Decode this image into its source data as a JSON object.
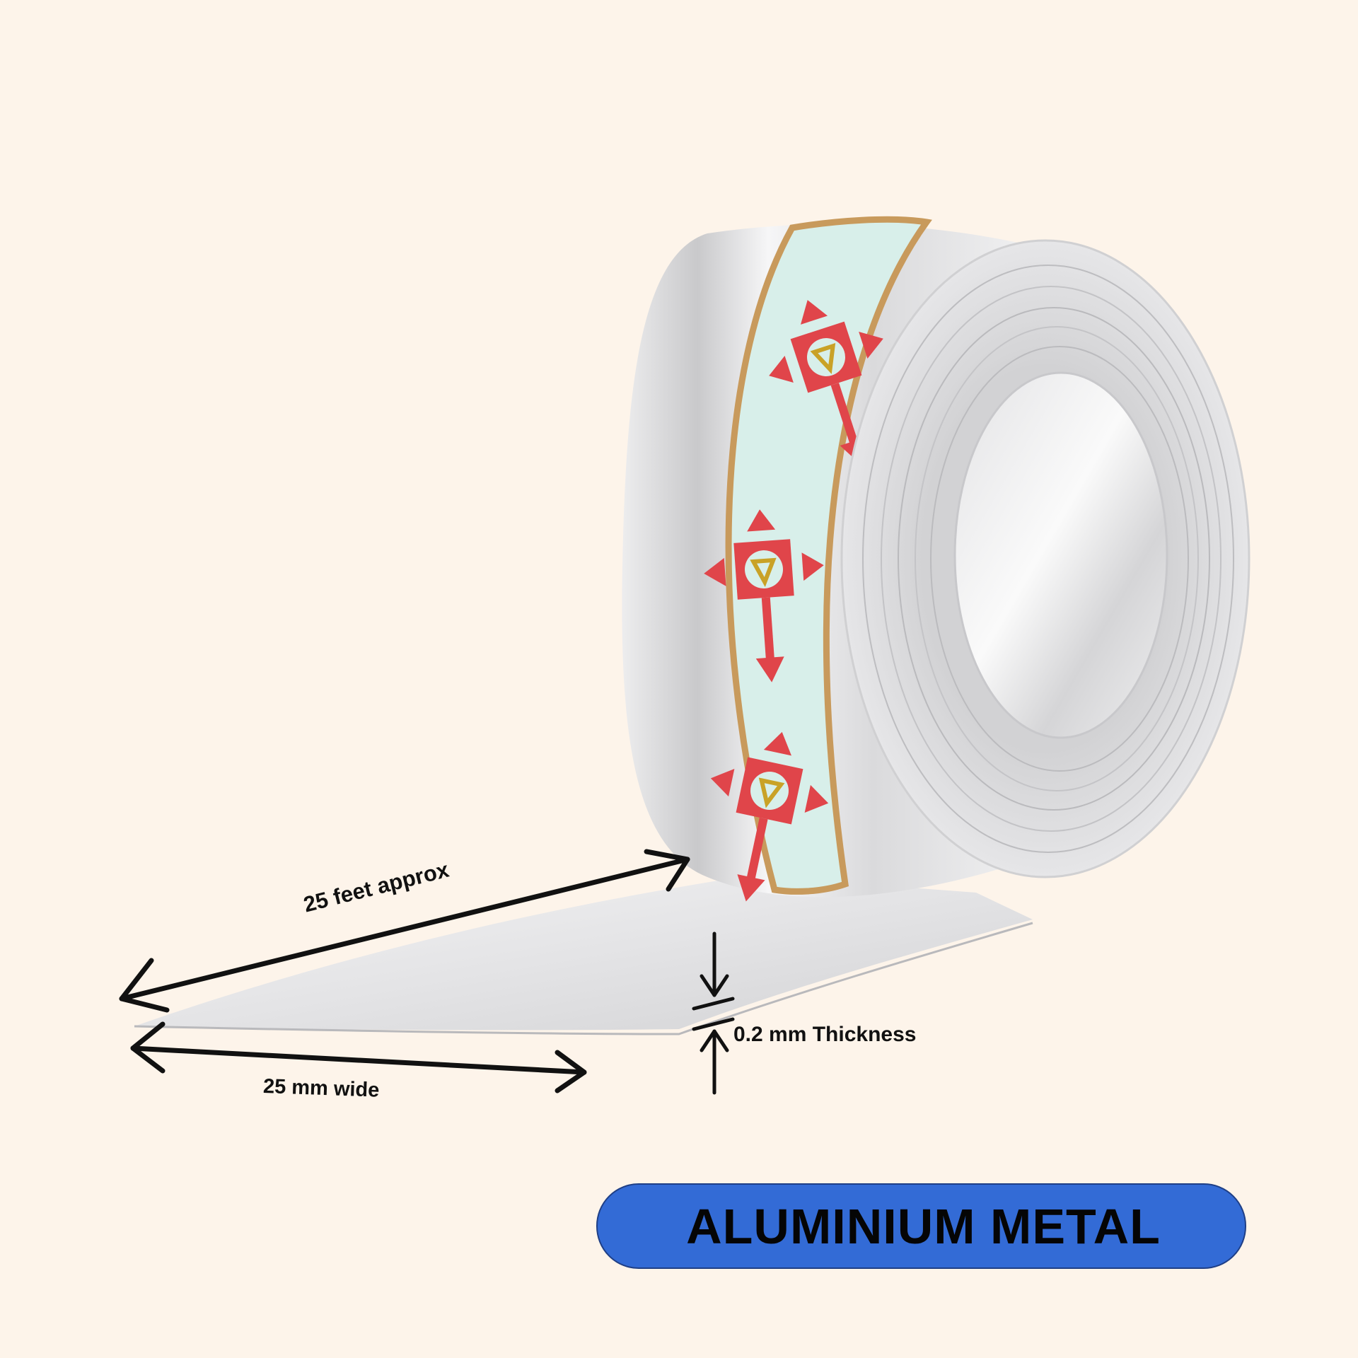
{
  "page": {
    "background_color": "#FDF4EA"
  },
  "product": {
    "name": "Aluminium strip roll",
    "roll": {
      "metal_color": "#D9D9DB",
      "label_band_color": "#D8EFEA",
      "label_border_color": "#C89A5C",
      "logo_color": "#E0454A",
      "logo_accent_color": "#C9A227"
    }
  },
  "annotations": {
    "length": "25 feet approx",
    "width": "25 mm wide",
    "thickness": "0.2 mm Thickness",
    "arrow_color": "#111111"
  },
  "badge": {
    "text": "ALUMINIUM METAL",
    "background_color": "#336BD6",
    "text_color": "#050505"
  }
}
